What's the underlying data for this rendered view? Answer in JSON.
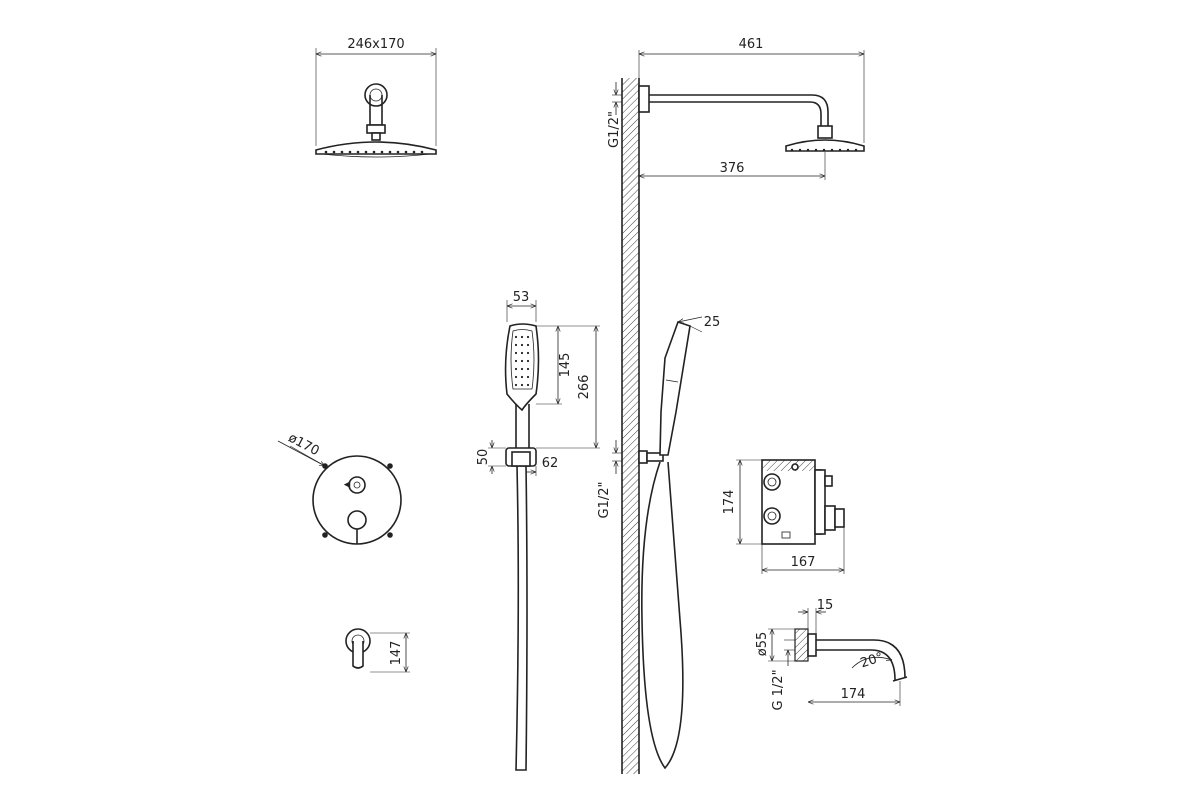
{
  "dimensions": {
    "head_size": "246x170",
    "arm_length": "461",
    "arm_projection": "376",
    "wall_thread_top": "G1/2\"",
    "hand_width": "53",
    "hand_angle": "25",
    "hand_head_length": "145",
    "hand_total_length": "266",
    "holder_height": "50",
    "holder_width": "62",
    "wall_thread_mid": "G1/2\"",
    "plate_diameter": "ø170",
    "box_height": "174",
    "box_width": "167",
    "elbow_size": "147",
    "spout_flange_depth": "15",
    "spout_flange_diameter": "ø55",
    "spout_thread": "G 1/2\"",
    "spout_angle": "20°",
    "spout_length": "174"
  }
}
